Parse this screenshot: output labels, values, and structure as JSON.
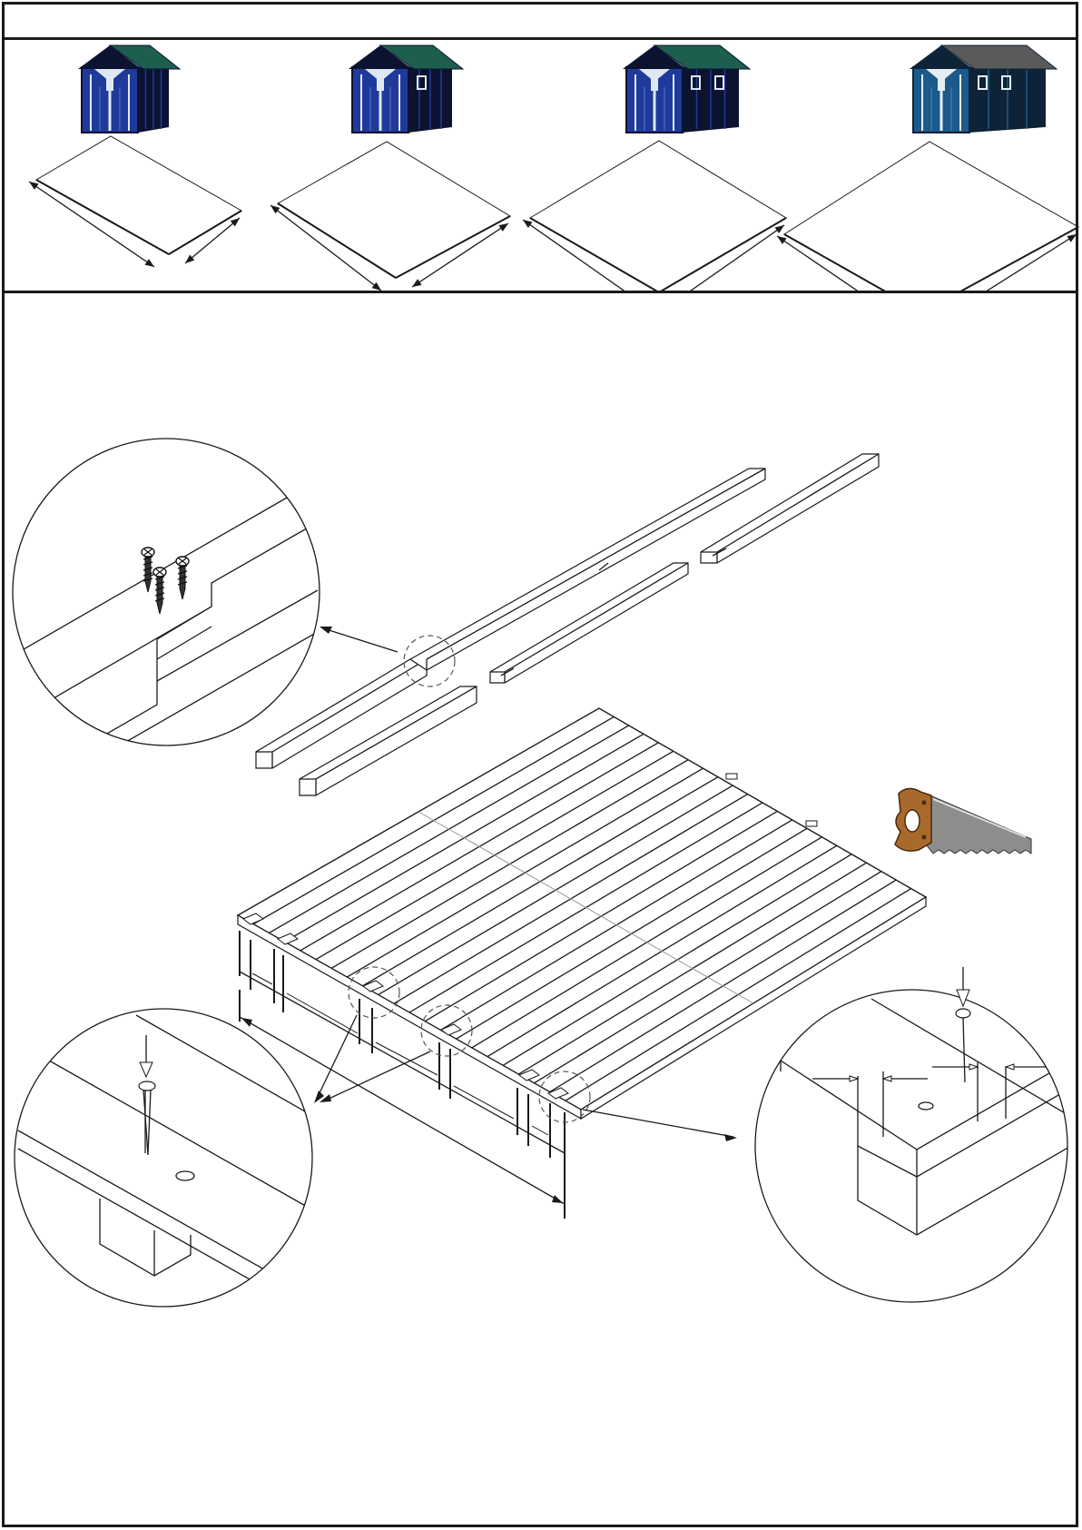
{
  "header": {
    "title": ""
  },
  "shed_models": [
    {
      "name": "",
      "palette": {
        "body": "#1f3a9a",
        "roof": "#1e5e4e",
        "dark": "#0b1330",
        "trim": "#dfe8f0"
      },
      "windows": 0
    },
    {
      "name": "",
      "palette": {
        "body": "#1f3a9a",
        "roof": "#1e5e4e",
        "dark": "#0b1330",
        "trim": "#dfe8f0"
      },
      "windows": 1
    },
    {
      "name": "",
      "palette": {
        "body": "#1f3a9a",
        "roof": "#1e5e4e",
        "dark": "#0b1330",
        "trim": "#dfe8f0"
      },
      "windows": 2
    },
    {
      "name": "",
      "palette": {
        "body": "#1c5a8c",
        "roof": "#5a5a5a",
        "dark": "#0e2338",
        "trim": "#e6eef4"
      },
      "windows": 2
    }
  ],
  "floor_labels": {
    "width": "",
    "depth": ""
  },
  "main_diagram": {
    "title": "",
    "tools": [
      {
        "name": "saw-icon",
        "colors": {
          "handle": "#a86a2c",
          "blade": "#8d8d8d"
        }
      }
    ],
    "details": [
      {
        "name": "screw-joint-detail",
        "caption": ""
      },
      {
        "name": "nail-center-detail",
        "caption": ""
      },
      {
        "name": "corner-offset-detail",
        "caption": ""
      }
    ],
    "dimensions": {
      "overall": "",
      "spacing": ""
    }
  }
}
